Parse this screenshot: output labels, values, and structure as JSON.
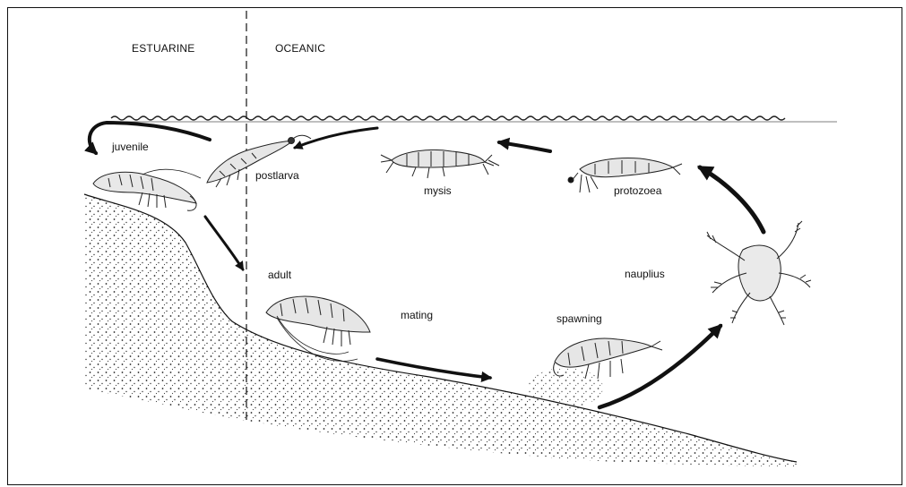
{
  "regions": {
    "estuarine": "ESTUARINE",
    "oceanic": "OCEANIC"
  },
  "stages": {
    "juvenile": "juvenile",
    "postlarva": "postlarva",
    "mysis": "mysis",
    "protozoea": "protozoea",
    "nauplius": "nauplius",
    "adult": "adult",
    "mating": "mating",
    "spawning": "spawning"
  }
}
